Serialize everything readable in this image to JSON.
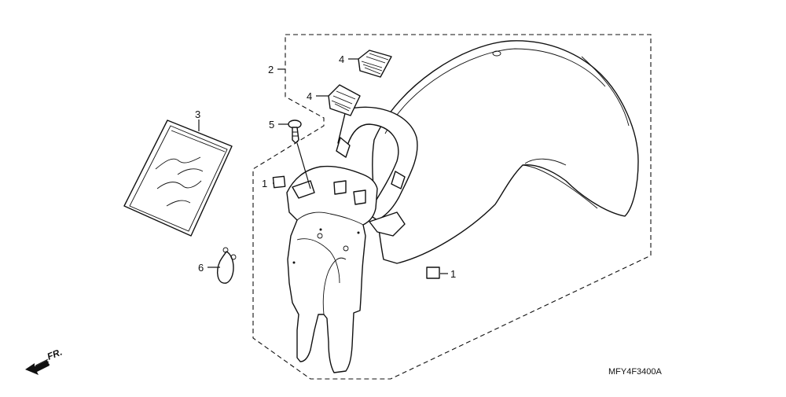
{
  "diagram": {
    "callouts": {
      "c1a": "1",
      "c1b": "1",
      "c2": "2",
      "c3": "3",
      "c4a": "4",
      "c4b": "4",
      "c5": "5",
      "c6": "6"
    },
    "direction_label": "FR.",
    "drawing_code": "MFY4F3400A"
  }
}
